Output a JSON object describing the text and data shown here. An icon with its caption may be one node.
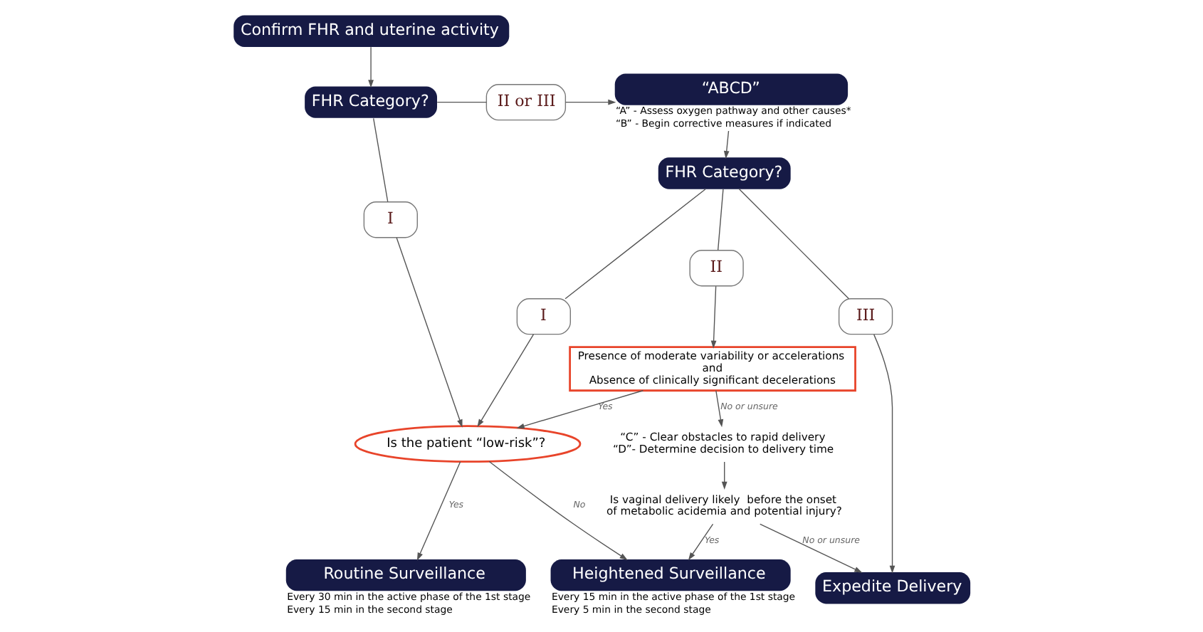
{
  "diagram": {
    "nodes": [
      {
        "text": [
          "Confirm FHR and uterine activity"
        ]
      },
      {
        "text": [
          "FHR Category?"
        ]
      },
      {
        "text": [
          "II or III"
        ]
      },
      {
        "text": [
          "I"
        ]
      },
      {
        "text": [
          "Is the patient “low-risk”?"
        ]
      },
      {
        "text": [
          "“ABCD”"
        ],
        "beside": [
          "“A” - Assess oxygen pathway and other causes*",
          "“B” - Begin corrective measures if indicated"
        ]
      },
      {
        "text": [
          "FHR Category?"
        ]
      },
      {
        "text": [
          "I"
        ]
      },
      {
        "text": [
          "II"
        ]
      },
      {
        "text": [
          "III"
        ]
      },
      {
        "text": [
          "Presence of moderate variability or accelerations",
          "and",
          "Absence of clinically significant decelerations"
        ]
      },
      {
        "text": [
          "“C” - Clear obstacles to rapid delivery",
          "“D”- Determine decision to delivery time"
        ]
      },
      {
        "text": [
          "Is vaginal delivery likely  before the onset of metabolic acidemia and potential injury?"
        ]
      },
      {
        "text": [
          "Routine Surveillance"
        ],
        "beside": [
          "Every 30 min in the active phase of the 1st stage",
          "Every 15 min in the second stage"
        ]
      },
      {
        "text": [
          "Heightened Surveillance"
        ],
        "beside": [
          "Every 15 min in the active phase of the 1st stage",
          "Every 5 min in the second stage"
        ]
      },
      {
        "text": [
          "Expedite Delivery"
        ]
      }
    ],
    "edges": [
      {
        "from": 0,
        "to": 1,
        "arrow": "to"
      },
      {
        "from": 1,
        "to": 2,
        "arrow": "none"
      },
      {
        "from": 2,
        "to": 5,
        "arrow": "to"
      },
      {
        "from": 1,
        "to": 3,
        "arrow": "none"
      },
      {
        "from": 3,
        "to": 4,
        "arrow": "to"
      },
      {
        "from": 4,
        "to": 13,
        "arrow": "to",
        "label": "Yes"
      },
      {
        "from": 4,
        "to": 14,
        "arrow": "to",
        "label": "No"
      },
      {
        "from": 5,
        "to": 6,
        "arrow": "to"
      },
      {
        "from": 6,
        "to": 7,
        "arrow": "none"
      },
      {
        "from": 7,
        "to": 4,
        "arrow": "to"
      },
      {
        "from": 6,
        "to": 8,
        "arrow": "none"
      },
      {
        "from": 8,
        "to": 10,
        "arrow": "to"
      },
      {
        "from": 6,
        "to": 9,
        "arrow": "none"
      },
      {
        "from": 9,
        "to": 15,
        "arrow": "to"
      },
      {
        "from": 10,
        "to": 4,
        "arrow": "to",
        "label": "Yes"
      },
      {
        "from": 10,
        "to": 11,
        "arrow": "to",
        "label": "No or unsure"
      },
      {
        "from": 11,
        "to": 12,
        "arrow": "to"
      },
      {
        "from": 12,
        "to": 14,
        "arrow": "to",
        "label": "Yes"
      },
      {
        "from": 12,
        "to": 15,
        "arrow": "to",
        "label": "No or unsure"
      }
    ]
  }
}
